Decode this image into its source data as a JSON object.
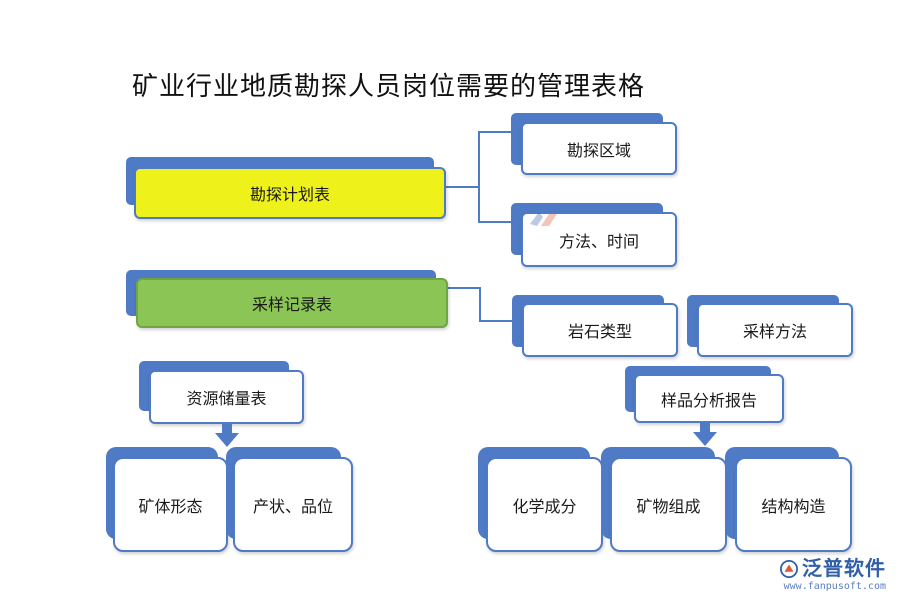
{
  "title": "矿业行业地质勘探人员岗位需要的管理表格",
  "colors": {
    "accent": "#4f7ac5",
    "yellow": "#eef21a",
    "green": "#8bc556",
    "white": "#ffffff"
  },
  "nodes": {
    "survey_plan": "勘探计划表",
    "survey_area": "勘探区域",
    "method_time": "方法、时间",
    "sampling_record": "采样记录表",
    "rock_type": "岩石类型",
    "sampling_method": "采样方法",
    "resource_reserve": "资源储量表",
    "ore_morphology": "矿体形态",
    "occurrence_grade": "产状、品位",
    "sample_analysis": "样品分析报告",
    "chemical_composition": "化学成分",
    "mineral_composition": "矿物组成",
    "structure": "结构构造"
  },
  "watermark": {
    "brand": "泛普软件",
    "url": "www.fanpusoft.com",
    "icon": "fanpu-logo-icon"
  }
}
